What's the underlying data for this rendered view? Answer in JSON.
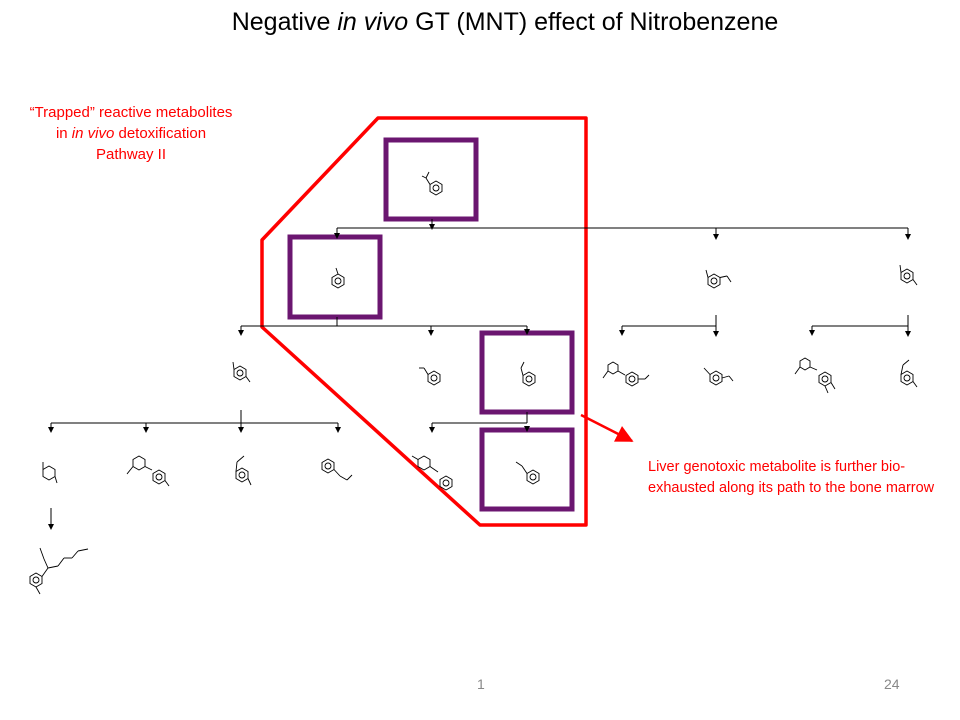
{
  "title": {
    "part1": "Negative ",
    "italic": "in vivo",
    "part2": " GT (MNT) effect of Nitrobenzene"
  },
  "note_left": {
    "line1": "“Trapped” reactive metabolites",
    "line2_pre": "in ",
    "line2_italic": "in vivo",
    "line2_post": " detoxification",
    "line3": "Pathway II"
  },
  "note_right": "Liver genotoxic metabolite is further bio-exhausted along its path to the bone marrow",
  "footer": {
    "left": "1",
    "right": "24"
  },
  "colors": {
    "text": "#000000",
    "highlight": "#ff0000",
    "box_border": "#6b1670",
    "footer_text": "#888888"
  }
}
